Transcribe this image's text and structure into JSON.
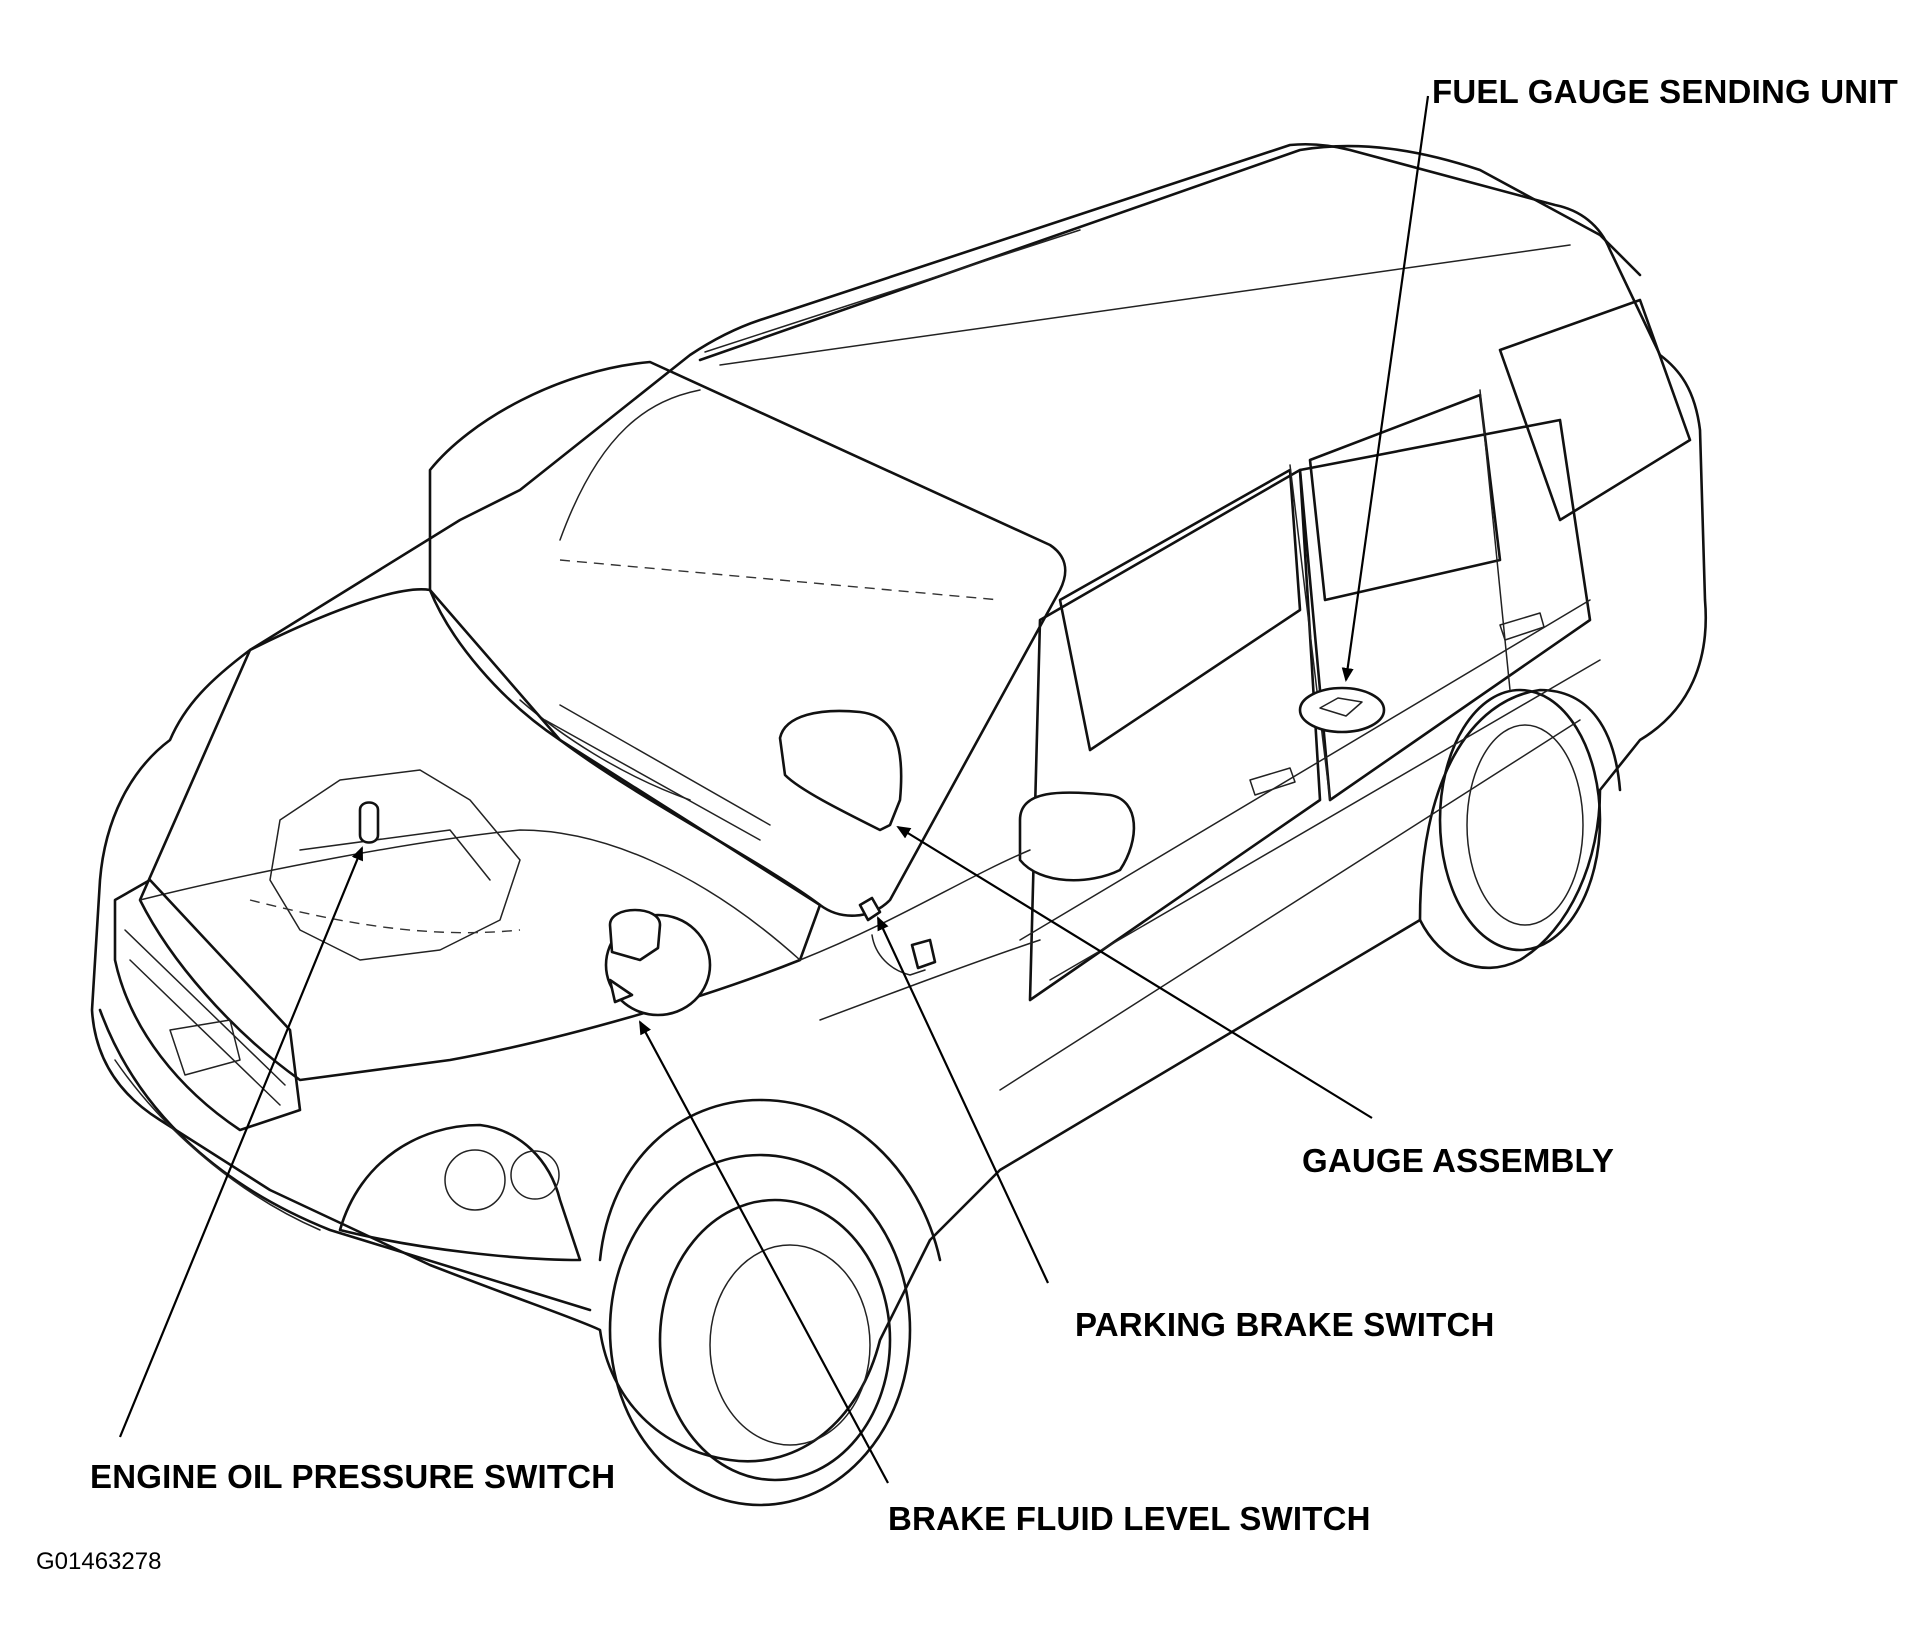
{
  "diagram": {
    "subject": "component locator",
    "labels": {
      "fuel_gauge_sending_unit": "FUEL GAUGE SENDING UNIT",
      "gauge_assembly": "GAUGE ASSEMBLY",
      "parking_brake_switch": "PARKING BRAKE SWITCH",
      "engine_oil_pressure_switch": "ENGINE OIL PRESSURE SWITCH",
      "brake_fluid_level_switch": "BRAKE FLUID LEVEL SWITCH"
    },
    "figure_code": "G01463278",
    "colors": {
      "ink": "#000000",
      "background": "#ffffff"
    }
  }
}
